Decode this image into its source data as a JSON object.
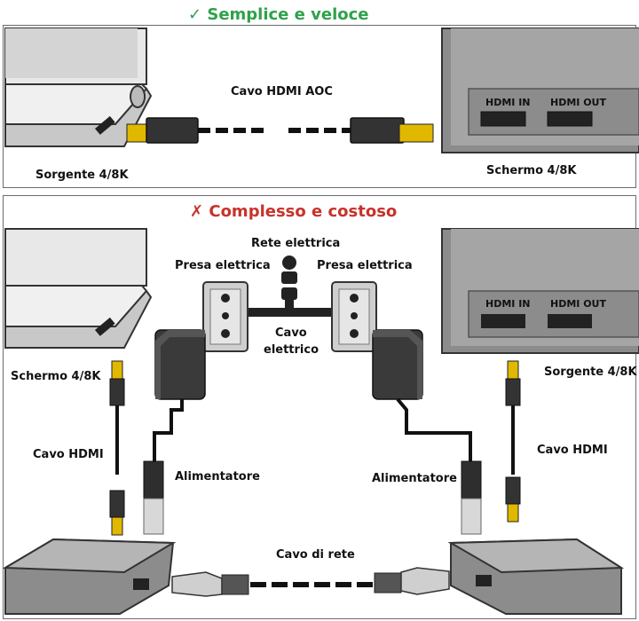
{
  "top": {
    "title": "Semplice e veloce",
    "check_icon": "checkmark-icon",
    "accent": "#2ea24a",
    "cable_label": "Cavo HDMI AOC",
    "source_label": "Sorgente 4/8K",
    "screen_label": "Schermo 4/8K",
    "port_in": "HDMI IN",
    "port_out": "HDMI OUT"
  },
  "bottom": {
    "title": "Complesso e costoso",
    "cross_icon": "cross-icon",
    "accent": "#c8322c",
    "mains_label": "Rete elettrica",
    "socket_left": "Presa elettrica",
    "socket_right": "Presa elettrica",
    "power_cable_line1": "Cavo",
    "power_cable_line2": "elettrico",
    "screen_label": "Schermo 4/8K",
    "source_label": "Sorgente 4/8K",
    "hdmi_left": "Cavo HDMI",
    "hdmi_right": "Cavo HDMI",
    "psu_left": "Alimentatore",
    "psu_right": "Alimentatore",
    "network_cable": "Cavo di rete",
    "port_in": "HDMI IN",
    "port_out": "HDMI OUT"
  }
}
